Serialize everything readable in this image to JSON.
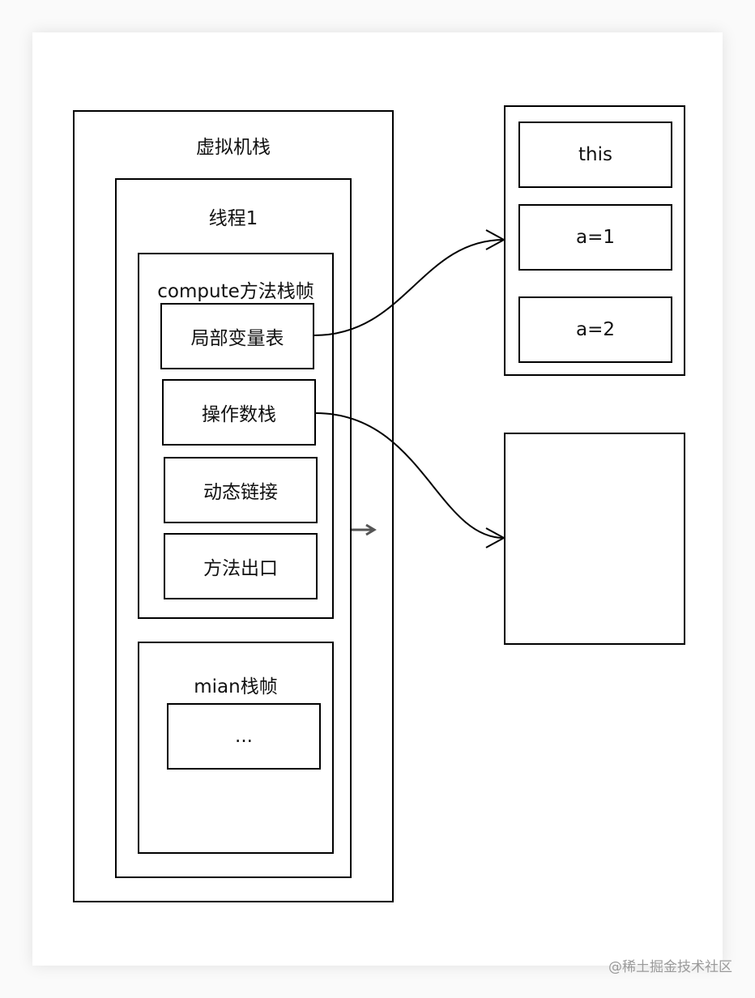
{
  "diagram": {
    "vm_stack_label": "虚拟机栈",
    "thread_label": "线程1",
    "compute_frame": {
      "label": "compute方法栈帧",
      "items": [
        "局部变量表",
        "操作数栈",
        "动态链接",
        "方法出口"
      ]
    },
    "main_frame": {
      "label": "mian栈帧",
      "inner": "..."
    },
    "locals_table": [
      "this",
      "a=1",
      "a=2"
    ]
  },
  "watermark": "@稀土掘金技术社区"
}
